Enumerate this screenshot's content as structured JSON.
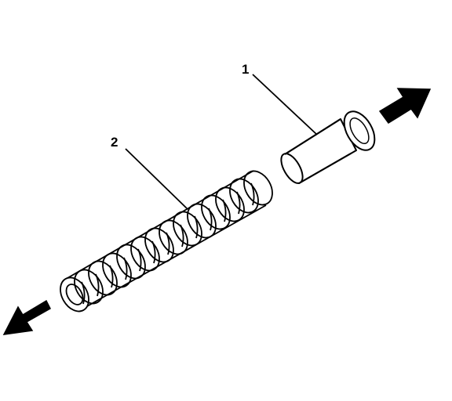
{
  "callouts": [
    {
      "label": "1",
      "part": "pin"
    },
    {
      "label": "2",
      "part": "spring"
    }
  ],
  "colors": {
    "ink": "#000000",
    "paper": "#ffffff"
  },
  "icons": {
    "right": "arrow-right-up-icon",
    "left": "arrow-left-down-icon"
  }
}
